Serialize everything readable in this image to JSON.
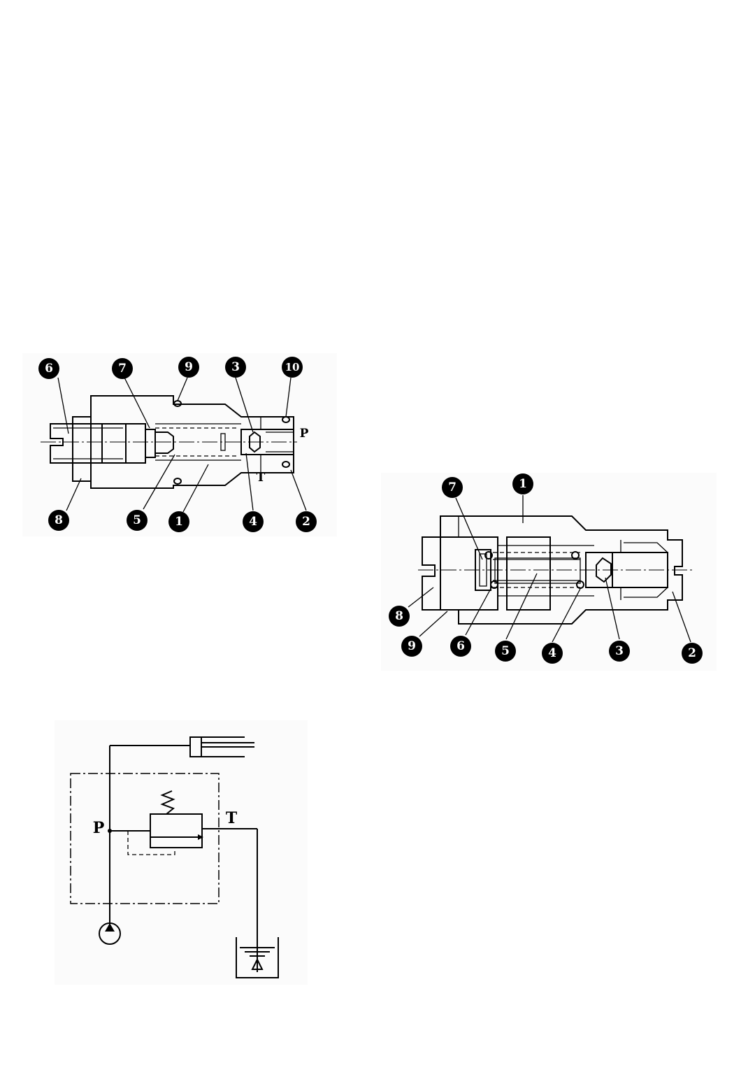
{
  "diagram_1": {
    "callouts": [
      "6",
      "7",
      "9",
      "3",
      "10",
      "8",
      "5",
      "1",
      "4",
      "2"
    ],
    "port_p": "P",
    "port_t": "T"
  },
  "diagram_2": {
    "callouts": [
      "7",
      "1",
      "8",
      "9",
      "6",
      "5",
      "4",
      "3",
      "2"
    ]
  },
  "schematic": {
    "port_p": "P",
    "port_t": "T"
  }
}
